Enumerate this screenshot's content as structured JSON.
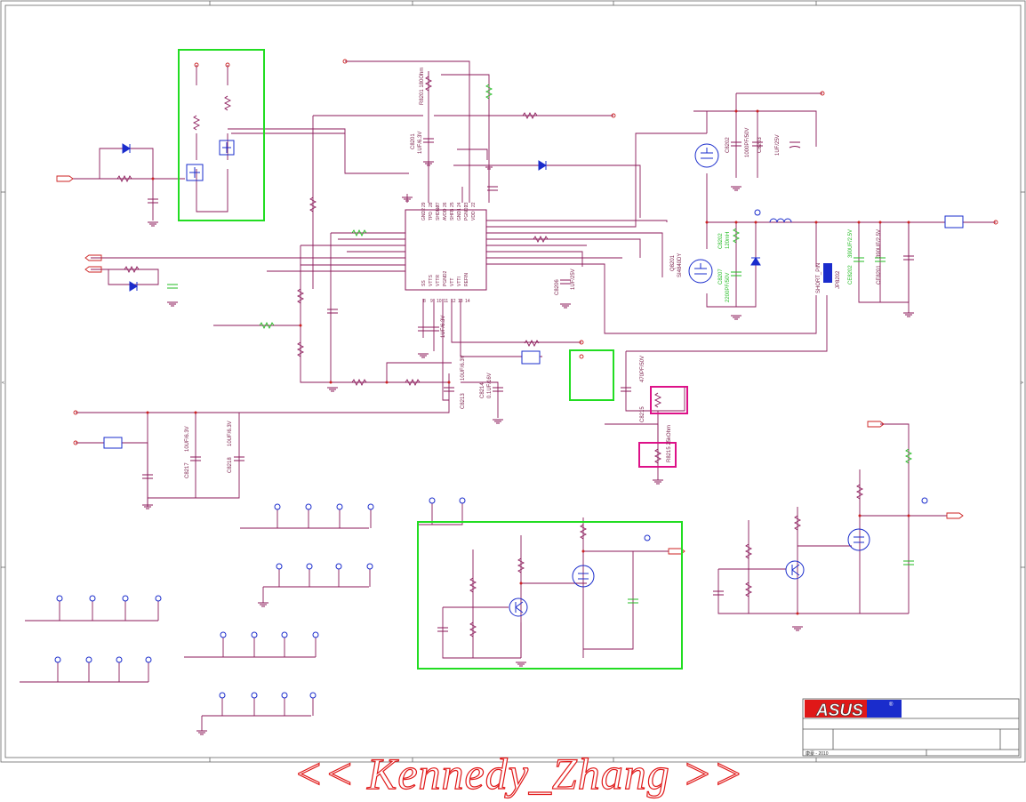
{
  "sheet": {
    "frame_markers": {
      "left_mid": "<",
      "right_mid": ">"
    }
  },
  "schematic": {
    "controller_pins_left": [
      "GND2",
      "TPD",
      "SHDN#",
      "AVDD",
      "SHFB",
      "GND1",
      "PGND1",
      "VDD"
    ],
    "controller_pins_left_nums": [
      "29",
      "28",
      "27",
      "26",
      "25",
      "24",
      "23",
      "22"
    ],
    "controller_pins_bottom": [
      "SS",
      "VTTS",
      "VTTR",
      "PGND2",
      "VTT",
      "VTTI",
      "REFIN"
    ],
    "controller_pins_bottom_nums": [
      "8",
      "9",
      "10",
      "11",
      "12",
      "13",
      "14"
    ],
    "parts": {
      "r8201": "R8201 180Ohm",
      "c8201a": "C8201",
      "c8201b": "1UF/6.3V",
      "c8206a": "C8206",
      "c8206b": "1UF/25V",
      "q8201a": "Q8201",
      "q8201b": "SI4840DY",
      "c8202a": "C8202",
      "c8202b": "1000PF/50V",
      "c8203a": "C8203",
      "c8203b": "1UF/25V",
      "l8202a": "C8202",
      "l8202b": "120mH",
      "short_pin": "SHORT_PIN",
      "jp8202": "JP8202",
      "ce8202a": "CE8202",
      "ce8202b": "390UF/2.5V",
      "ce8201a": "CE8201",
      "ce8201b": "390UF/2.5V",
      "c8207a": "C8207",
      "c8207b": "2200PF/50V",
      "c8215a": "C8215",
      "c8215b": "470PF/50V",
      "r8215": "R8215 25kOhm",
      "c8213a": "C8213",
      "c8213b": "10UF/6.3V",
      "c8214a": "C8214",
      "c8214b": "0.1UF/16V",
      "cx_vtt": "1UF/6.3V",
      "c8217a": "C8217",
      "c8217b": "10UF/6.3V",
      "c8218a": "C8218",
      "c8218b": "10UF/6.3V"
    }
  },
  "title_block": {
    "logo_text": "ASUS",
    "logo_registered": "®",
    "footer_note": "康豪 - 2010"
  },
  "watermark": "<< Kennedy_Zhang >>",
  "colors": {
    "wire": "#8b1a5a",
    "net_label": "#cc2222",
    "transistor": "#1a2ccc",
    "highlight_box": "#22dd22",
    "magenta_box": "#dd1188",
    "watermark": "#e01818"
  }
}
